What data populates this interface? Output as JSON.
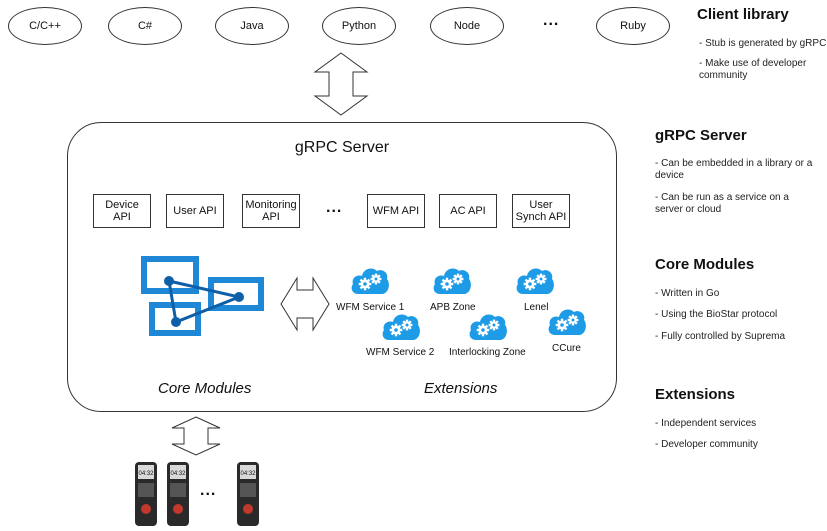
{
  "client_libraries": [
    "C/C++",
    "C#",
    "Java",
    "Python",
    "Node",
    "Ruby"
  ],
  "ellipsis": "...",
  "server": {
    "title": "gRPC Server",
    "apis": [
      "Device API",
      "User API",
      "Monitoring API",
      "WFM API",
      "AC API",
      "User Synch API"
    ],
    "core_label": "Core Modules",
    "extensions_label": "Extensions",
    "extensions": [
      "WFM Service 1",
      "APB Zone",
      "Lenel",
      "WFM Service 2",
      "Interlocking Zone",
      "CCure"
    ]
  },
  "device_screen_text": "04:32",
  "sidebar": {
    "client": {
      "heading": "Client library",
      "items": [
        "- Stub is generated by gRPC",
        "- Make use of developer community"
      ]
    },
    "server": {
      "heading": "gRPC Server",
      "items": [
        "- Can be embedded in a library or a device",
        "- Can be run as a service on a server or cloud"
      ]
    },
    "core": {
      "heading": "Core Modules",
      "items": [
        "- Written in Go",
        "- Using the BioStar protocol",
        "- Fully controlled by Suprema"
      ]
    },
    "extensions": {
      "heading": "Extensions",
      "items": [
        "- Independent services",
        "- Developer community"
      ]
    }
  },
  "colors": {
    "cloud": "#1e9be6",
    "core_blue": "#1f88d6",
    "core_dark": "#0f5fa8",
    "device": "#2a2a2a"
  }
}
